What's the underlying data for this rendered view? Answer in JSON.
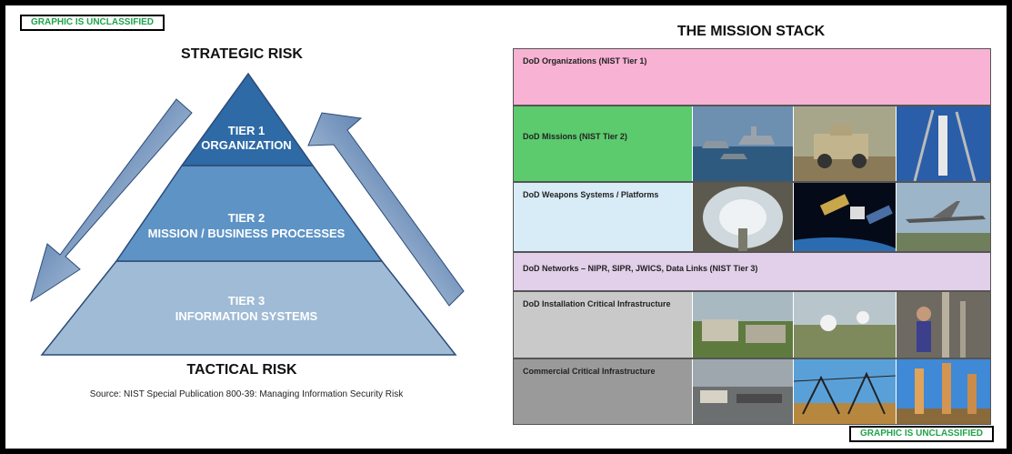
{
  "badges": {
    "top": "GRAPHIC IS UNCLASSIFIED",
    "bottom": "GRAPHIC IS UNCLASSIFIED"
  },
  "left": {
    "top_label": "STRATEGIC RISK",
    "bottom_label": "TACTICAL RISK",
    "tier1": {
      "line1": "TIER 1",
      "line2": "ORGANIZATION"
    },
    "tier2": {
      "line1": "TIER 2",
      "line2": "MISSION / BUSINESS PROCESSES"
    },
    "tier3": {
      "line1": "TIER 3",
      "line2": "INFORMATION SYSTEMS"
    },
    "source": "Source: NIST Special Publication 800-39: Managing Information Security Risk"
  },
  "right": {
    "title": "THE MISSION STACK",
    "rows": [
      {
        "label": "DoD Organizations (NIST Tier 1)",
        "color": "#f7b2d4"
      },
      {
        "label": "DoD Missions (NIST Tier 2)",
        "color": "#5ccb6e",
        "images": [
          "naval-ships",
          "military-vehicle",
          "rocket-launch"
        ]
      },
      {
        "label": "DoD Weapons Systems / Platforms",
        "color": "#d8ecf7",
        "images": [
          "radome-interior",
          "satellite",
          "drone-aircraft"
        ]
      },
      {
        "label": "DoD Networks – NIPR, SIPR, JWICS, Data Links (NIST Tier 3)",
        "color": "#e2cfe9"
      },
      {
        "label": "DoD Installation Critical Infrastructure",
        "color": "#c9c9c9",
        "images": [
          "water-treatment",
          "radar-domes",
          "worker-pipes"
        ]
      },
      {
        "label": "Commercial Critical Infrastructure",
        "color": "#9a9a9a",
        "images": [
          "port-facility",
          "power-substation",
          "refinery"
        ]
      }
    ]
  }
}
